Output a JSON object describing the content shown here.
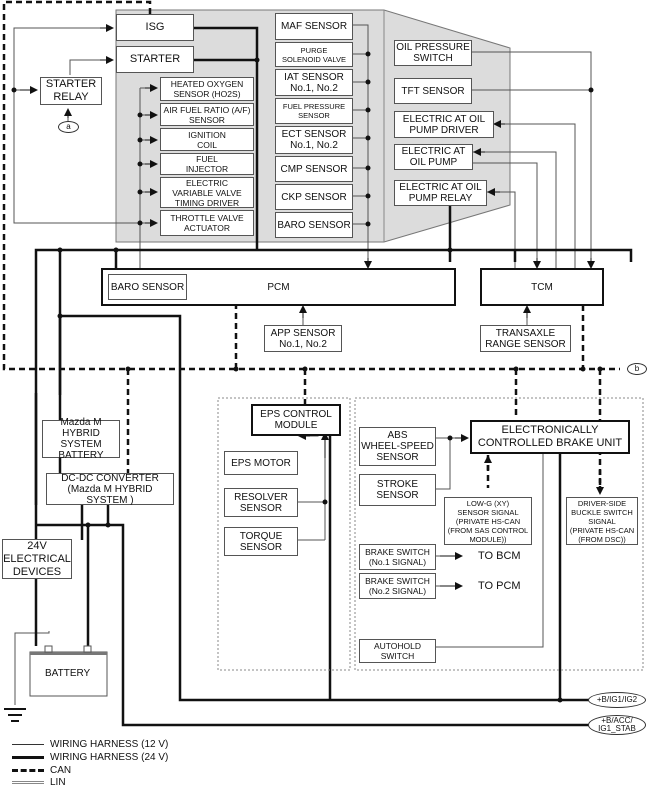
{
  "diagram": {
    "title_hidden": "Mazda M Hybrid system wiring diagram",
    "engine_group": {
      "isg": "ISG",
      "starter": "STARTER",
      "starter_relay": "STARTER\nRELAY",
      "terminal_a": "a",
      "actuators": [
        "HEATED OXYGEN\nSENSOR (HO2S)",
        "AIR FUEL RATIO (A/F)\nSENSOR",
        "IGNITION\nCOIL",
        "FUEL\nINJECTOR",
        "ELECTRIC\nVARIABLE VALVE\nTIMING DRIVER",
        "THROTTLE VALVE\nACTUATOR"
      ],
      "sensors": [
        "MAF SENSOR",
        "PURGE\nSOLENOID VALVE",
        "IAT SENSOR\nNo.1, No.2",
        "FUEL PRESSURE\nSENSOR",
        "ECT SENSOR\nNo.1, No.2",
        "CMP SENSOR",
        "CKP SENSOR",
        "BARO SENSOR"
      ]
    },
    "transaxle_group": {
      "items": [
        "OIL PRESSURE\nSWITCH",
        "TFT SENSOR",
        "ELECTRIC AT OIL\nPUMP DRIVER",
        "ELECTRIC AT\nOIL PUMP",
        "ELECTRIC AT OIL\nPUMP RELAY"
      ]
    },
    "pcm": {
      "label": "PCM",
      "baro_sensor": "BARO SENSOR",
      "app_sensor": "APP SENSOR\nNo.1, No.2"
    },
    "tcm": {
      "label": "TCM",
      "range_sensor": "TRANSAXLE\nRANGE SENSOR"
    },
    "terminal_b": "b",
    "power": {
      "hybrid_battery": "Mazda M HYBRID\nSYSTEM\nBATTERY",
      "dcdc": "DC-DC CONVERTER\n(Mazda M HYBRID SYSTEM )",
      "devices_24v": "24V\nELECTRICAL\nDEVICES",
      "battery": "BATTERY"
    },
    "eps": {
      "module": "EPS CONTROL\nMODULE",
      "motor": "EPS MOTOR",
      "resolver": "RESOLVER\nSENSOR",
      "torque": "TORQUE\nSENSOR"
    },
    "brake": {
      "unit": "ELECTRONICALLY\nCONTROLLED BRAKE UNIT",
      "abs": "ABS\nWHEEL-SPEED\nSENSOR",
      "stroke": "STROKE\nSENSOR",
      "low_g": "LOW-G (XY)\nSENSOR SIGNAL\n(PRIVATE HS-CAN\n(FROM SAS CONTROL\nMODULE))",
      "buckle": "DRIVER-SIDE\nBUCKLE SWITCH\nSIGNAL\n(PRIVATE HS-CAN\n(FROM DSC))",
      "brake_sw1": "BRAKE SWITCH\n(No.1 SIGNAL)",
      "brake_sw2": "BRAKE SWITCH\n(No.2 SIGNAL)",
      "to_bcm": "TO BCM",
      "to_pcm": "TO PCM",
      "autohold": "AUTOHOLD\nSWITCH"
    },
    "terminals": {
      "ig2": "+B/IG1/IG2",
      "stab": "+B/ACC/\nIG1_STAB"
    },
    "legend": [
      {
        "style": "thin",
        "label": "WIRING HARNESS (12 V)"
      },
      {
        "style": "thick",
        "label": "WIRING HARNESS (24 V)"
      },
      {
        "style": "dashed",
        "label": "CAN"
      },
      {
        "style": "double",
        "label": "LIN"
      }
    ]
  }
}
